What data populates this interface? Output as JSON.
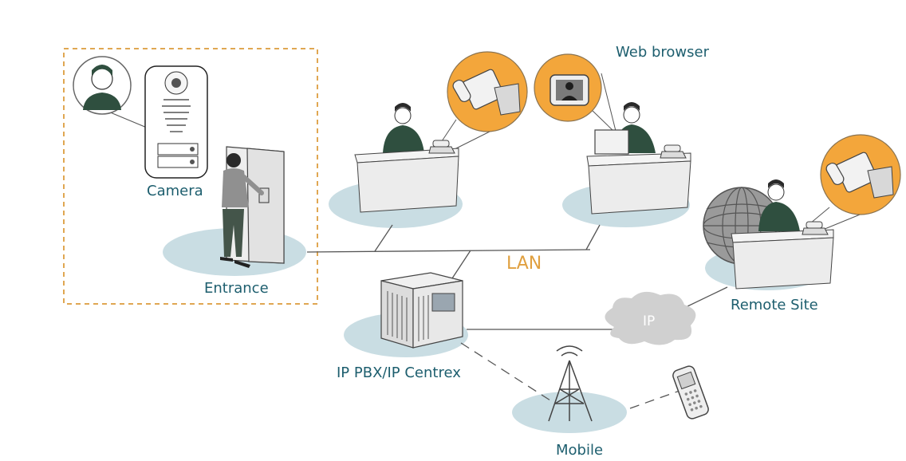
{
  "labels": {
    "camera": "Camera",
    "entrance": "Entrance",
    "web_browser": "Web browser",
    "lan": "LAN",
    "ip": "IP",
    "remote_site": "Remote Site",
    "ip_pbx": "IP PBX/IP Centrex",
    "mobile": "Mobile"
  },
  "colors": {
    "label_teal": "#1d5e6e",
    "lan_orange": "#e0a040",
    "callout_orange": "#f3a63b",
    "floor_ellipse": "#c9dde3",
    "dashed_box": "#e0a752",
    "person_shirt": "#2f4f3f"
  },
  "icons": [
    "intercom-camera-icon",
    "person-icon",
    "door-icon",
    "desk-phone-icon",
    "monitor-icon",
    "video-call-icon",
    "pbx-server-icon",
    "globe-icon",
    "cloud-icon",
    "cell-tower-icon",
    "mobile-phone-icon"
  ]
}
